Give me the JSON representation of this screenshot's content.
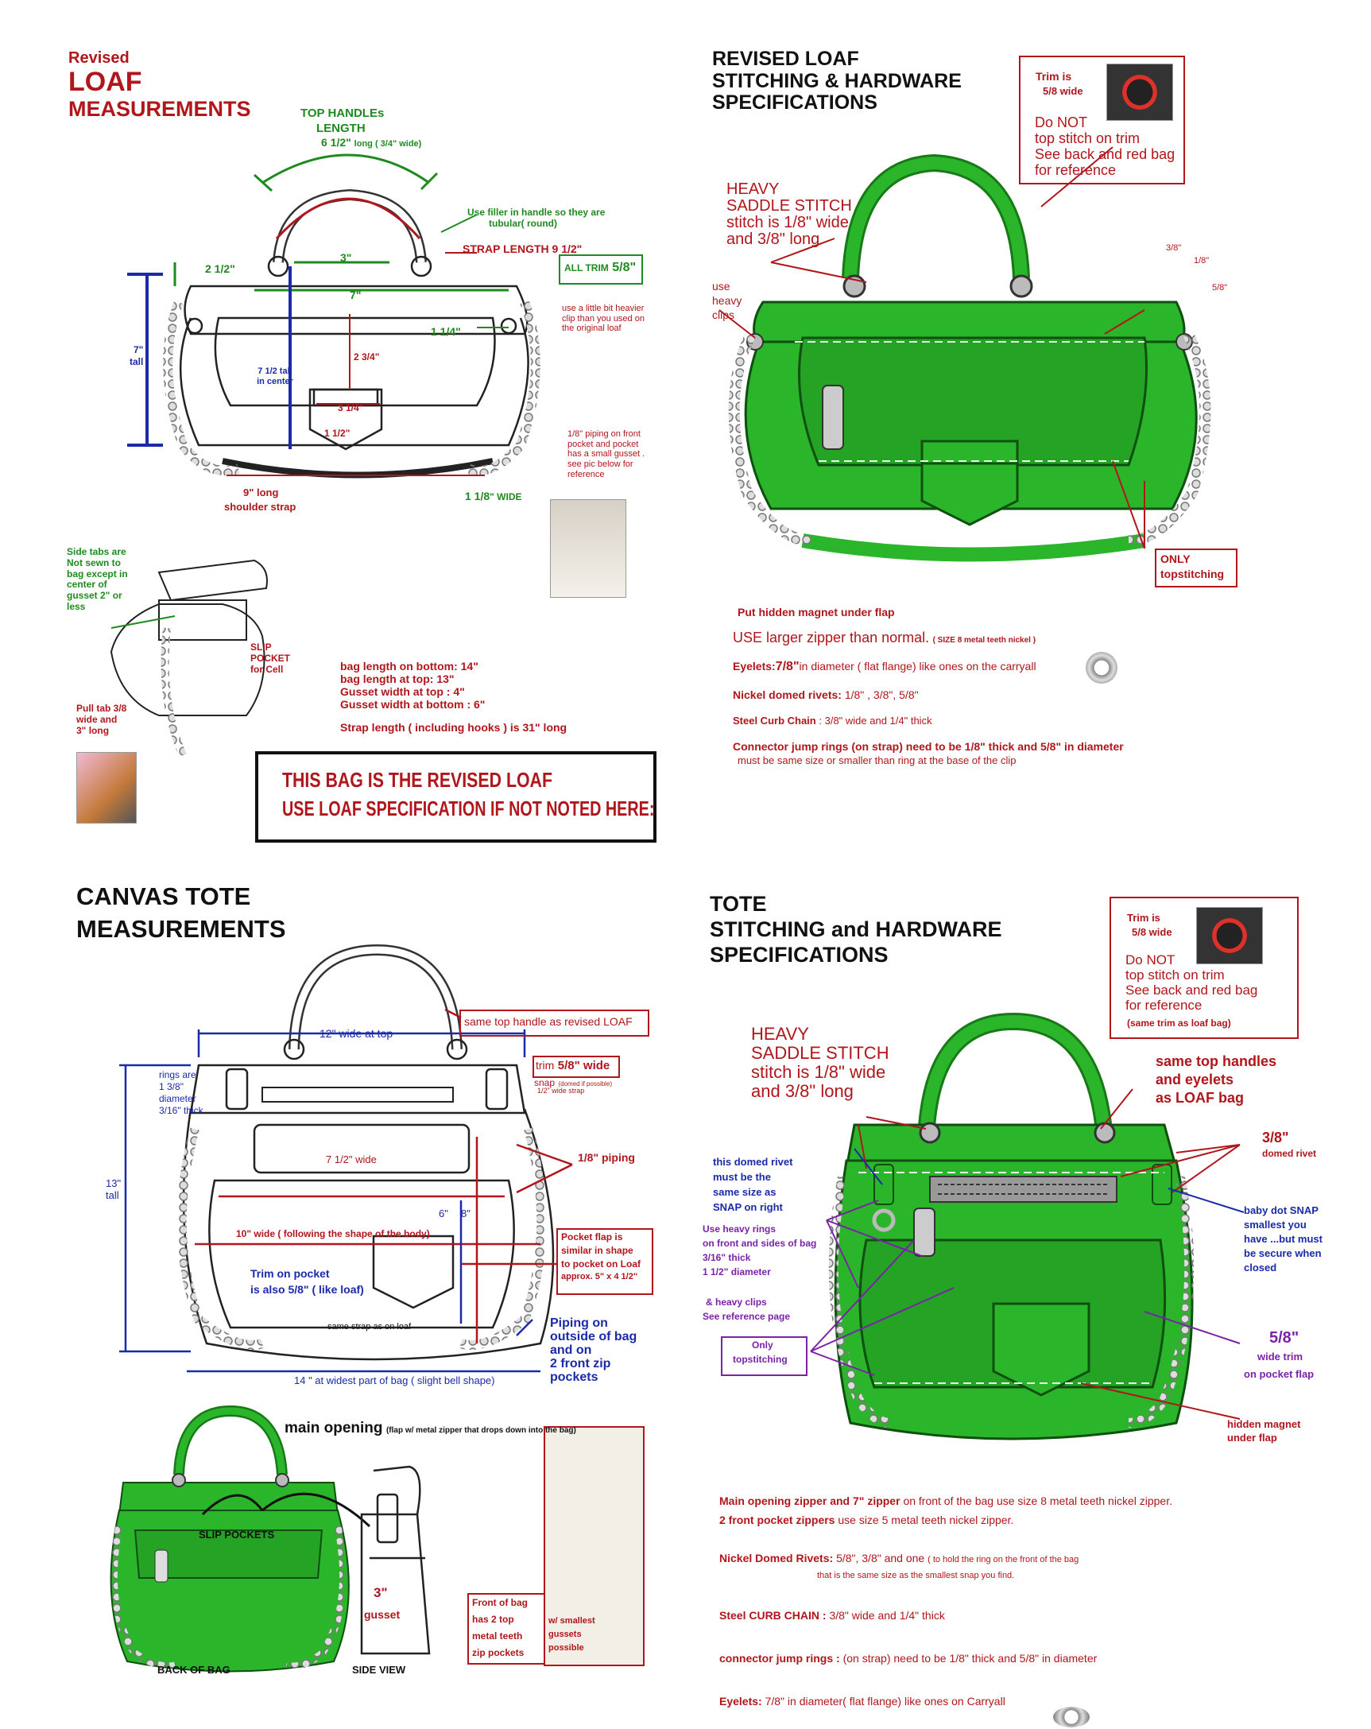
{
  "colors": {
    "red": "#b0161b",
    "green": "#1f8a1f",
    "blue": "#1b2aa8",
    "purple": "#7a22a8",
    "bag_green": "#2bb52b",
    "bag_dark": "#177a17"
  },
  "q1": {
    "title_small": "Revised",
    "title_big": "LOAF",
    "title_sub": "MEASUREMENTS",
    "handles_l1": "TOP HANDLEs",
    "handles_l2": "LENGTH",
    "handles_l3a": "6 1/2\"",
    "handles_l3b": "long ( 3/4\" wide)",
    "filler_l1": "Use filler in handle so they are",
    "filler_l2": "tubular( round)",
    "strap_len": "STRAP LENGTH 9 1/2\"",
    "dim_3": "3\"",
    "dim_2_5": "2 1/2\"",
    "dim_7w": "7\"",
    "all_trim_a": "ALL TRIM",
    "all_trim_b": "5/8\"",
    "clip_note": "use a little bit heavier clip than you used on the original loaf",
    "dim_1_25": "1 1/4\"",
    "dim_7tall_a": "7\"",
    "dim_7tall_b": "tall",
    "dim_75": "7 1/2 tall in center",
    "dim_275": "2 3/4\"",
    "dim_325": "3 1/4\"",
    "dim_15": "1 1/2\"",
    "piping_note": "1/8\" piping on front pocket and pocket has a small gusset . see pic below for reference",
    "shoulder_l1": "9\" long",
    "shoulder_l2": "shoulder strap",
    "wide_a": "1 1/8",
    "wide_b": "\" WIDE",
    "side_tabs": "Side tabs are Not sewn to bag except in center of gusset 2\" or less",
    "slip_pocket": "SLIP POCKET for Cell",
    "pull_tab": "Pull tab 3/8 wide and 3\" long",
    "bag_len": [
      "bag length on bottom: 14\"",
      "bag length at top: 13\"",
      "Gusset width at top : 4\"",
      "Gusset width at bottom : 6\""
    ],
    "strap_total": "Strap length ( including hooks ) is 31\" long",
    "notice_l1": "THIS BAG IS THE REVISED LOAF",
    "notice_l2": "USE LOAF SPECIFICATION IF NOT NOTED HERE:"
  },
  "q2": {
    "title": [
      "REVISED LOAF",
      "STITCHING & HARDWARE",
      " SPECIFICATIONS"
    ],
    "trim_l1": "Trim is",
    "trim_l2": "5/8 wide",
    "trim_note": [
      "Do NOT",
      "top stitch on trim",
      "See back and red bag",
      "for reference"
    ],
    "saddle": [
      "HEAVY",
      "SADDLE STITCH",
      "stitch is 1/8\" wide",
      "and 3/8\" long"
    ],
    "heavy_clips": [
      "use",
      "heavy",
      "clips"
    ],
    "rivet_38": "3/8\"",
    "rivet_18": "1/8\"",
    "rivet_58": "5/8\"",
    "only_top": [
      "ONLY",
      "topstitching"
    ],
    "magnet": "Put hidden magnet under flap",
    "zipper_a": "USE larger zipper than normal.",
    "zipper_b": "( SIZE 8 metal teeth nickel )",
    "eyelets_a": "Eyelets:",
    "eyelets_b": "7/8\"",
    "eyelets_c": "in diameter ( flat flange) like ones on the carryall",
    "rivets_a": "Nickel domed rivets:",
    "rivets_b": "1/8\" , 3/8\", 5/8\"",
    "chain_a": "Steel Curb Chain",
    "chain_b": ": 3/8\" wide and 1/4\" thick",
    "jump_a": "Connector jump rings (on strap) need to be 1/8\" thick and 5/8\" in diameter",
    "jump_b": "must be same size or smaller than ring at the base of the clip"
  },
  "q3": {
    "title": [
      "CANVAS TOTE",
      "MEASUREMENTS"
    ],
    "handle_note": "same top handle as revised LOAF",
    "top12": "12\" wide at top",
    "rings": [
      "rings are",
      "1 3/8\"",
      "diameter",
      "3/16\" thick"
    ],
    "trim_a": "trim",
    "trim_b": "5/8\" wide",
    "snap_a": "snap",
    "snap_b": "(domed if possible)",
    "strap12": "1/2\" wide strap",
    "w75": "7 1/2\" wide",
    "piping18": "1/8\" piping",
    "h13_a": "13\"",
    "h13_b": "tall",
    "h6": "6\"",
    "h8": "8\"",
    "w10": "10\" wide ( following the shape of  the body)",
    "flap_note": [
      "Pocket flap is",
      "similar in  shape",
      "to pocket on Loaf",
      "approx. 5\" x 4 1/2\""
    ],
    "trim_pocket": [
      "Trim on pocket",
      "is also 5/8\" ( like loaf)"
    ],
    "same_strap": "same strap as on loaf",
    "piping_out": [
      "Piping on",
      "outside of bag",
      "and on",
      "2 front zip",
      "pockets"
    ],
    "w14": "14 \" at widest part of bag ( slight bell shape)",
    "main_a": "main opening",
    "main_b": "(flap w/ metal zipper that drops down into the bag)",
    "slip": "SLIP POCKETS",
    "gusset_a": "3\"",
    "gusset_b": "gusset",
    "back": "BACK OF BAG",
    "side": "SIDE VIEW",
    "front_note": [
      "Front of bag",
      "has 2 top",
      "metal teeth",
      "zip pockets"
    ],
    "smallest": [
      "w/ smallest",
      "gussets",
      "possible"
    ]
  },
  "q4": {
    "title": [
      "TOTE",
      "STITCHING and HARDWARE",
      "SPECIFICATIONS"
    ],
    "trim_l1": "Trim is",
    "trim_l2": "5/8 wide",
    "trim_note": [
      "Do NOT",
      "top stitch on trim",
      "See back and red bag",
      "for reference"
    ],
    "trim_same": "(same trim as loaf bag)",
    "saddle": [
      "HEAVY",
      "SADDLE STITCH",
      "stitch is 1/8\" wide",
      "and 3/8\" long"
    ],
    "same_handles": [
      "same top handles",
      "and eyelets",
      "as LOAF bag"
    ],
    "rivet_a": "3/8\"",
    "rivet_b": "domed rivet",
    "domed_note": [
      "this domed rivet",
      "must be the",
      "same size as",
      "SNAP on right"
    ],
    "rings_note": [
      "Use heavy rings",
      "on front and sides of bag",
      "3/16\" thick",
      "1 1/2\" diameter"
    ],
    "clips_note": [
      "& heavy clips",
      "See reference page"
    ],
    "baby_snap": [
      "baby dot SNAP",
      "smallest you",
      "have ...but must",
      "be secure when",
      " closed"
    ],
    "only_top": [
      "Only",
      "topstitching"
    ],
    "trim58_a": "5/8\"",
    "trim58_b": "wide trim",
    "trim58_c": "on pocket flap",
    "magnet": [
      "hidden magnet",
      "under flap"
    ],
    "zip_a": "Main opening zipper and 7\" zipper",
    "zip_b": "on front of the bag use size 8 metal teeth nickel zipper.",
    "zip2_a": "2 front pocket zippers",
    "zip2_b": "use size 5 metal teeth nickel zipper.",
    "rivets_a": "Nickel Domed Rivets:",
    "rivets_b": "5/8\", 3/8\" and one",
    "rivets_c": "( to hold  the ring on the front of the bag",
    "rivets_d": "that is the same size as the smallest snap you find.",
    "chain_a": "Steel CURB CHAIN :",
    "chain_b": "3/8\" wide and 1/4\" thick",
    "jump_a": "connector jump rings :",
    "jump_b": "(on strap) need to be 1/8\" thick and 5/8\" in diameter",
    "eyelets_a": "Eyelets:",
    "eyelets_b": "7/8\" in diameter( flat flange) like ones on Carryall"
  }
}
